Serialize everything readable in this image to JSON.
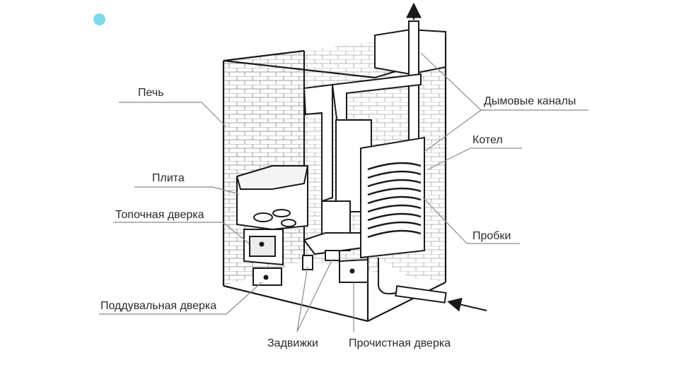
{
  "labels": {
    "pech": "Печь",
    "dymovye_kanaly": "Дымовые каналы",
    "kotel": "Котел",
    "plita": "Плита",
    "topochnaya_dverka": "Топочная дверка",
    "probki": "Пробки",
    "podduvalnaya_dverka": "Поддувальная дверка",
    "zadvizhki": "Задвижки",
    "prochistnaya_dverka": "Прочистная дверка"
  },
  "colors": {
    "accent_dot": "#7fd8ee",
    "line": "#1a1a1a",
    "leader": "#8a8a8a"
  }
}
